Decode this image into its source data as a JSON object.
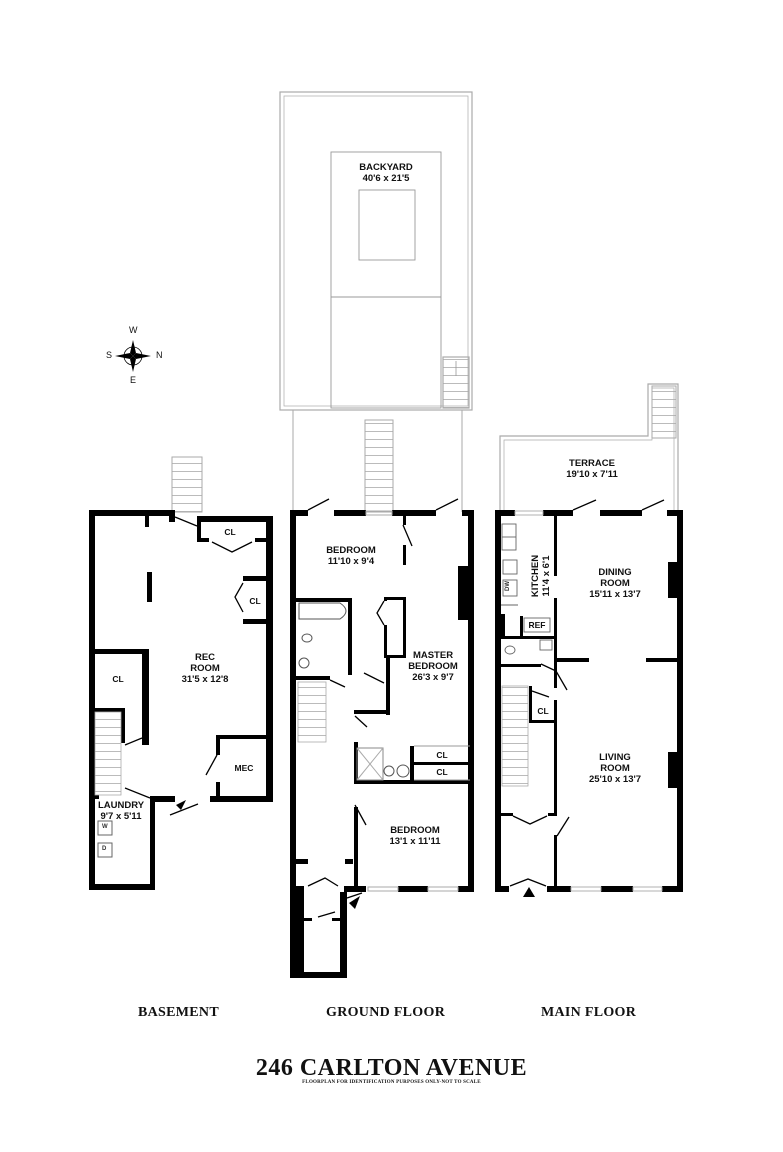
{
  "title": "246 CARLTON AVENUE",
  "subtitle": "FLOORPLAN FOR IDENTIFICATION PURPOSES ONLY-NOT TO SCALE",
  "compass": {
    "top": "W",
    "left": "S",
    "right": "N",
    "bottom": "E"
  },
  "floors": {
    "basement": {
      "label": "BASEMENT",
      "rooms": {
        "rec_room": {
          "name1": "REC",
          "name2": "ROOM",
          "dims": "31'5 x 12'8"
        },
        "laundry": {
          "name": "LAUNDRY",
          "dims": "9'7 x 5'11"
        },
        "closet_top": "CL",
        "closet_mid": "CL",
        "closet_left": "CL",
        "mec": "MEC"
      },
      "appliances": {
        "washer": "W",
        "dryer": "D"
      }
    },
    "ground": {
      "label": "GROUND FLOOR",
      "rooms": {
        "backyard": {
          "name": "BACKYARD",
          "dims": "40'6 x 21'5"
        },
        "bedroom_rear": {
          "name": "BEDROOM",
          "dims": "11'10 x 9'4"
        },
        "master_bedroom": {
          "name1": "MASTER",
          "name2": "BEDROOM",
          "dims": "26'3 x 9'7"
        },
        "bedroom_front": {
          "name": "BEDROOM",
          "dims": "13'1 x 11'11"
        },
        "closet_a": "CL",
        "closet_b": "CL"
      }
    },
    "main": {
      "label": "MAIN FLOOR",
      "rooms": {
        "terrace": {
          "name": "TERRACE",
          "dims": "19'10 x 7'11"
        },
        "kitchen": {
          "name": "KITCHEN",
          "dims": "11'4 x 6'1"
        },
        "dining_room": {
          "name1": "DINING",
          "name2": "ROOM",
          "dims": "15'11 x 13'7"
        },
        "living_room": {
          "name1": "LIVING",
          "name2": "ROOM",
          "dims": "25'10 x 13'7"
        },
        "ref": "REF",
        "closet": "CL"
      },
      "appliances": {
        "dishwasher": "DW"
      }
    }
  },
  "colors": {
    "wall": "#000000",
    "outline": "#aaaaaa",
    "fixture": "#777777",
    "background": "#ffffff"
  }
}
